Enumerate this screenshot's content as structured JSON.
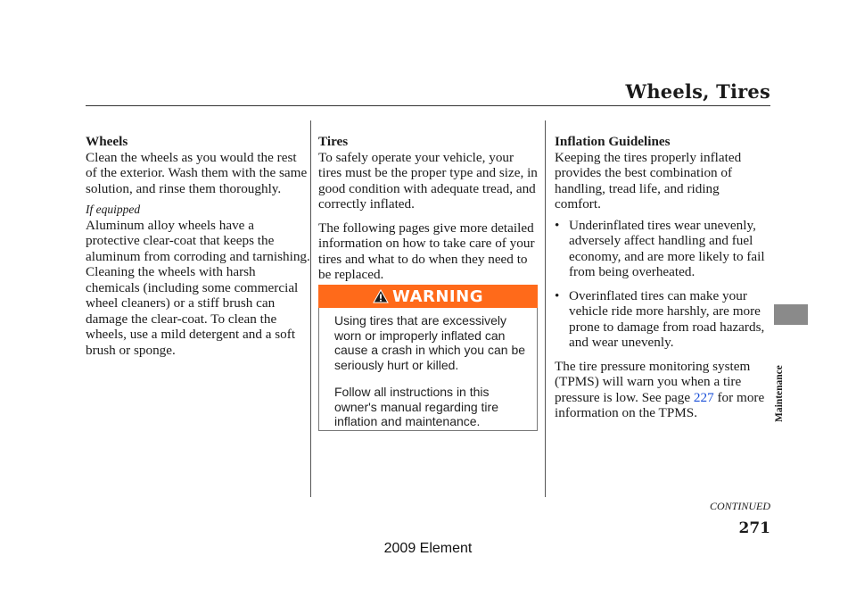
{
  "header": {
    "title": "Wheels, Tires"
  },
  "wheels": {
    "heading": "Wheels",
    "p1": "Clean the wheels as you would the rest of the exterior. Wash them with the same solution, and rinse them thoroughly.",
    "note": "If equipped",
    "p2": "Aluminum alloy wheels have a protective clear-coat that keeps the aluminum from corroding and tarnishing. Cleaning the wheels with harsh chemicals (including some commercial wheel cleaners) or a stiff brush can damage the clear-coat. To clean the wheels, use a mild detergent and a soft brush or sponge."
  },
  "tires": {
    "heading": "Tires",
    "p1": "To safely operate your vehicle, your tires must be the proper type and size, in good condition with adequate tread, and correctly inflated.",
    "p2": "The following pages give more detailed information on how to take care of your tires and what to do when they need to be replaced."
  },
  "warning": {
    "label": "WARNING",
    "p1": "Using tires that are excessively worn or improperly inflated can cause a crash in which you can be seriously hurt or killed.",
    "p2": "Follow all instructions in this owner's manual regarding tire inflation and maintenance."
  },
  "inflation": {
    "heading": "Inflation Guidelines",
    "p1": "Keeping the tires properly inflated provides the best combination of handling, tread life, and riding comfort.",
    "bullet1": "Underinflated tires wear unevenly, adversely affect handling and fuel economy, and are more likely to fail from being overheated.",
    "bullet2": "Overinflated tires can make your vehicle ride more harshly, are more prone to damage from road hazards, and wear unevenly.",
    "tpms_pre": "The tire pressure monitoring system (TPMS) will warn you when a tire pressure is low. See page ",
    "tpms_link": "227",
    "tpms_post": " for more information on the TPMS."
  },
  "side_tab": {
    "label": "Maintenance"
  },
  "continued": "CONTINUED",
  "page_number": "271",
  "footer": "2009  Element",
  "colors": {
    "warning_bg": "#ff6a1a",
    "link": "#1a4fd8",
    "side_tab": "#8a8a8a"
  }
}
